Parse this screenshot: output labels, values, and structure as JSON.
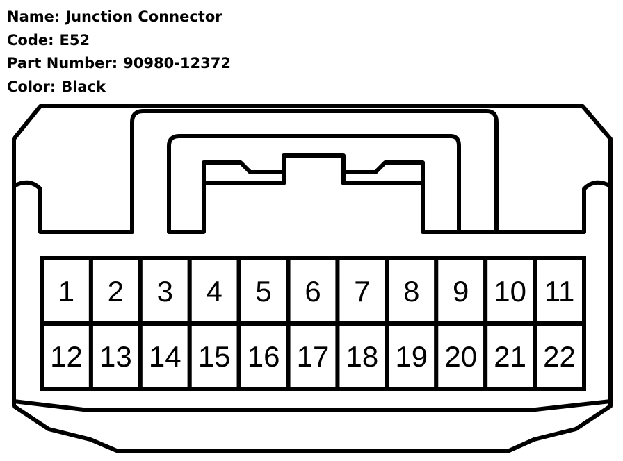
{
  "info": {
    "name_label": "Name:",
    "name_value": "Junction Connector",
    "code_label": "Code:",
    "code_value": "E52",
    "part_label": "Part Number:",
    "part_value": "90980-12372",
    "color_label": "Color:",
    "color_value": "Black"
  },
  "connector": {
    "rows": [
      [
        "1",
        "2",
        "3",
        "4",
        "5",
        "6",
        "7",
        "8",
        "9",
        "10",
        "11"
      ],
      [
        "12",
        "13",
        "14",
        "15",
        "16",
        "17",
        "18",
        "19",
        "20",
        "21",
        "22"
      ]
    ]
  }
}
